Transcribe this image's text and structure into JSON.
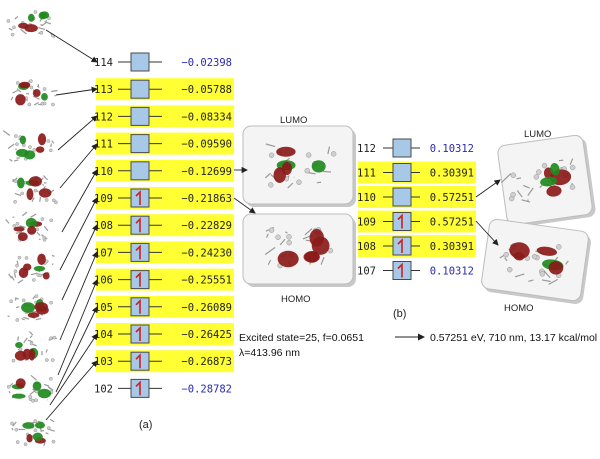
{
  "panel_a": {
    "label": "(a)",
    "levels": [
      {
        "num": "114",
        "energy": "−0.02398",
        "highlight": false,
        "occupied": false
      },
      {
        "num": "113",
        "energy": "−0.05788",
        "highlight": true,
        "occupied": false
      },
      {
        "num": "112",
        "energy": "−0.08334",
        "highlight": true,
        "occupied": false
      },
      {
        "num": "111",
        "energy": "−0.09590",
        "highlight": true,
        "occupied": false
      },
      {
        "num": "110",
        "energy": "−0.12699",
        "highlight": true,
        "occupied": false
      },
      {
        "num": "109",
        "energy": "−0.21863",
        "highlight": true,
        "occupied": true
      },
      {
        "num": "108",
        "energy": "−0.22829",
        "highlight": true,
        "occupied": true
      },
      {
        "num": "107",
        "energy": "−0.24230",
        "highlight": true,
        "occupied": true
      },
      {
        "num": "106",
        "energy": "−0.25551",
        "highlight": true,
        "occupied": true
      },
      {
        "num": "105",
        "energy": "−0.26089",
        "highlight": true,
        "occupied": true
      },
      {
        "num": "104",
        "energy": "−0.26425",
        "highlight": true,
        "occupied": true
      },
      {
        "num": "103",
        "energy": "−0.26873",
        "highlight": true,
        "occupied": true
      },
      {
        "num": "102",
        "energy": "−0.28782",
        "highlight": false,
        "occupied": true
      }
    ],
    "lumo_label": "LUMO",
    "homo_label": "HOMO"
  },
  "panel_b": {
    "label": "(b)",
    "levels": [
      {
        "num": "112",
        "energy": "0.10312",
        "highlight": false,
        "occupied": false
      },
      {
        "num": "111",
        "energy": "0.30391",
        "highlight": true,
        "occupied": false
      },
      {
        "num": "110",
        "energy": "0.57251",
        "highlight": true,
        "occupied": false
      },
      {
        "num": "109",
        "energy": "0.57251",
        "highlight": true,
        "occupied": true
      },
      {
        "num": "108",
        "energy": "0.30391",
        "highlight": true,
        "occupied": true
      },
      {
        "num": "107",
        "energy": "0.10312",
        "highlight": false,
        "occupied": true
      }
    ],
    "lumo_label": "LUMO",
    "homo_label": "HOMO"
  },
  "excitation": {
    "line1": "Excited state=25, f=0.0651",
    "line2": "λ=413.96 nm",
    "result": "0.57251 eV, 710 nm, 13.17 kcal/mol"
  },
  "colors": {
    "highlight": "#ffff33",
    "box_fill": "#a8c8e8",
    "box_stroke": "#4a4a4a",
    "spin_arrow": "#cc2222",
    "energy_plain": "#2a2ab0",
    "lobe_red": "#8b1a1a",
    "lobe_green": "#1e8a1e"
  }
}
